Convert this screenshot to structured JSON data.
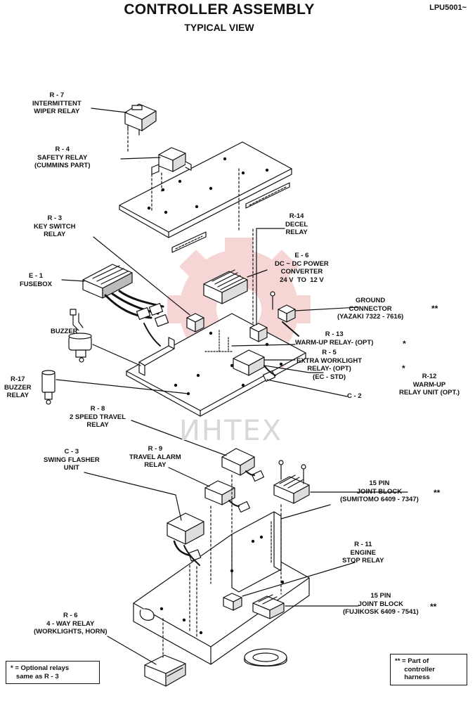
{
  "header": {
    "title": "CONTROLLER ASSEMBLY",
    "subtitle": "TYPICAL VIEW",
    "doc_id": "LPU5001~"
  },
  "watermark": "ИНТЕХ",
  "labels": {
    "r7": "R - 7\nINTERMITTENT\nWIPER RELAY",
    "r4": "R - 4\nSAFETY RELAY\n(CUMMINS PART)",
    "r3": "R - 3\nKEY SWITCH\nRELAY",
    "e1": "E - 1\nFUSEBOX",
    "buzzer": "BUZZER",
    "r17": "R-17\nBUZZER\nRELAY",
    "r14": "R-14\nDECEL\nRELAY",
    "e6": "E - 6\nDC ~ DC POWER\nCONVERTER\n24 V  TO  12 V",
    "ground": "GROUND\nCONNECTOR\n(YAZAKI 7322 - 7616)",
    "r13": "R - 13\nWARM-UP RELAY- (OPT)",
    "r5": "R - 5\nEXTRA WORKLIGHT\nRELAY- (OPT)\n(EC - STD)",
    "r12": "R-12\nWARM-UP\nRELAY UNIT (OPT.)",
    "c2": "C - 2",
    "r8": "R - 8\n2 SPEED TRAVEL\nRELAY",
    "c3": "C - 3\nSWING FLASHER\nUNIT",
    "r9": "R - 9\nTRAVEL ALARM\nRELAY",
    "jb1": "15 PIN\nJOINT BLOCK\n(SUMITOMO 6409 - 7347)",
    "r11": "R - 11\nENGINE\nSTOP RELAY",
    "jb2": "15 PIN\nJOINT BLOCK\n(FUJIKOSK 6409 - 7541)",
    "r6": "R - 6\n4 - WAY RELAY\n(WORKLIGHTS, HORN)"
  },
  "markers": {
    "ground": "**",
    "r13": "*",
    "r5": "*",
    "jb1": "**",
    "jb2": "**"
  },
  "legend": {
    "optional": "* = Optional relays\n   same as R - 3",
    "harness": "** = Part of\n     controller\n     harness"
  },
  "colors": {
    "ink": "#111111",
    "watermark_gear": "#f4c7c7"
  }
}
